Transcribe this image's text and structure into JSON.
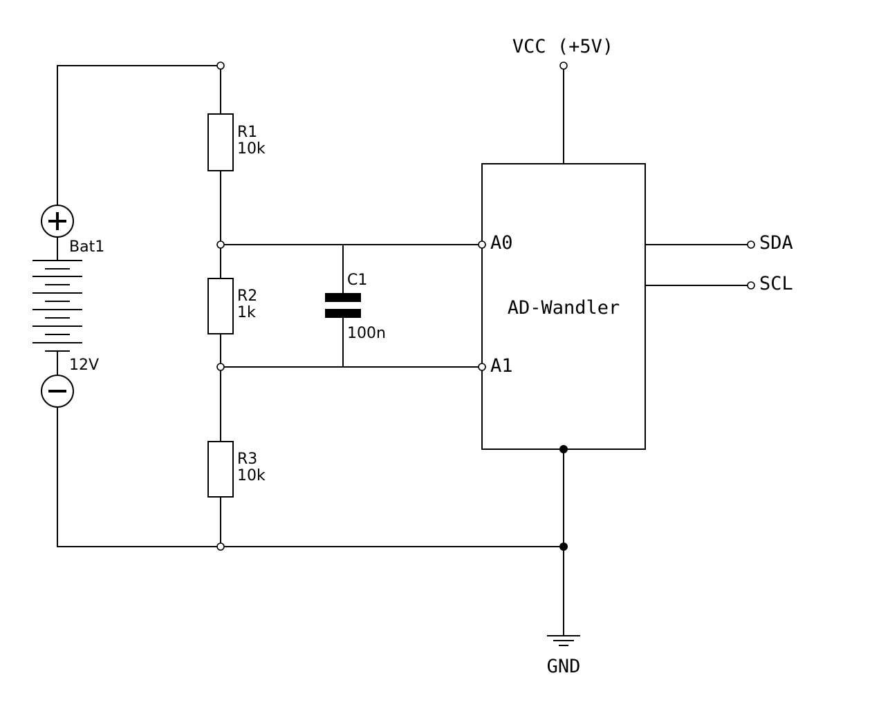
{
  "colors": {
    "line": "#000000",
    "background": "#ffffff"
  },
  "battery": {
    "name": "Bat1",
    "voltage": "12V"
  },
  "resistors": [
    {
      "name": "R1",
      "value": "10k"
    },
    {
      "name": "R2",
      "value": "1k"
    },
    {
      "name": "R3",
      "value": "10k"
    }
  ],
  "capacitor": {
    "name": "C1",
    "value": "100n"
  },
  "adc": {
    "label": "AD-Wandler",
    "input_a0": "A0",
    "input_a1": "A1",
    "output_sda": "SDA",
    "output_scl": "SCL"
  },
  "supply": {
    "vcc": "VCC (+5V)",
    "gnd": "GND"
  }
}
